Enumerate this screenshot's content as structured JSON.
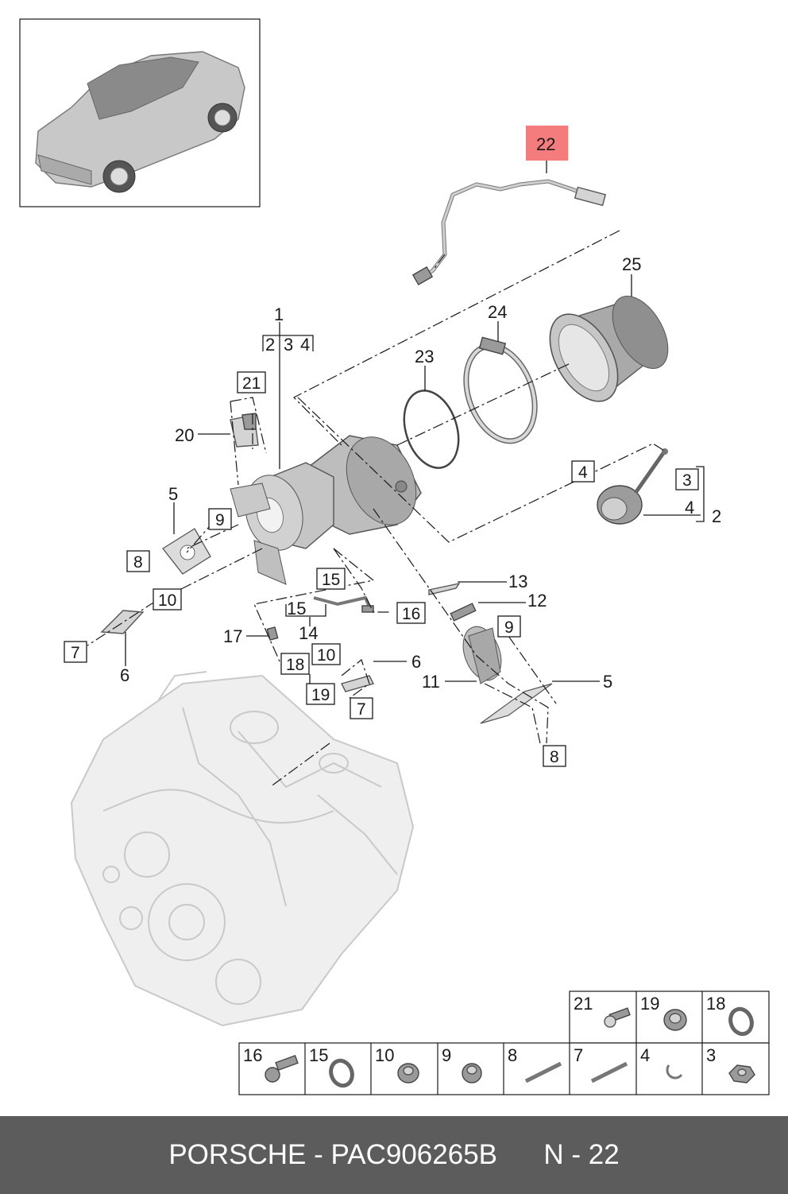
{
  "callouts": {
    "c22": "22",
    "c25": "25",
    "c24": "24",
    "c23": "23",
    "c1": "1",
    "c2a": "2",
    "c3a": "3",
    "c4a": "4",
    "c21": "21",
    "c20": "20",
    "c5a": "5",
    "c9a": "9",
    "c8a": "8",
    "c10a": "10",
    "c7a": "7",
    "c6a": "6",
    "c4b": "4",
    "c3b": "3",
    "c4c": "4",
    "c2b": "2",
    "c15a": "15",
    "c15b": "15",
    "c14": "14",
    "c16": "16",
    "c13": "13",
    "c12": "12",
    "c9b": "9",
    "c17": "17",
    "c18": "18",
    "c10b": "10",
    "c6b": "6",
    "c19": "19",
    "c7b": "7",
    "c11": "11",
    "c5b": "5",
    "c8b": "8"
  },
  "legend": {
    "top": [
      "21",
      "19",
      "18"
    ],
    "bottom": [
      "16",
      "15",
      "10",
      "9",
      "8",
      "7",
      "4",
      "3"
    ]
  },
  "footer": {
    "brand": "PORSCHE - PAC906265B",
    "page": "N - 22"
  },
  "colors": {
    "highlight": "#f47c7c",
    "footer_bg": "#5c5c5c"
  }
}
